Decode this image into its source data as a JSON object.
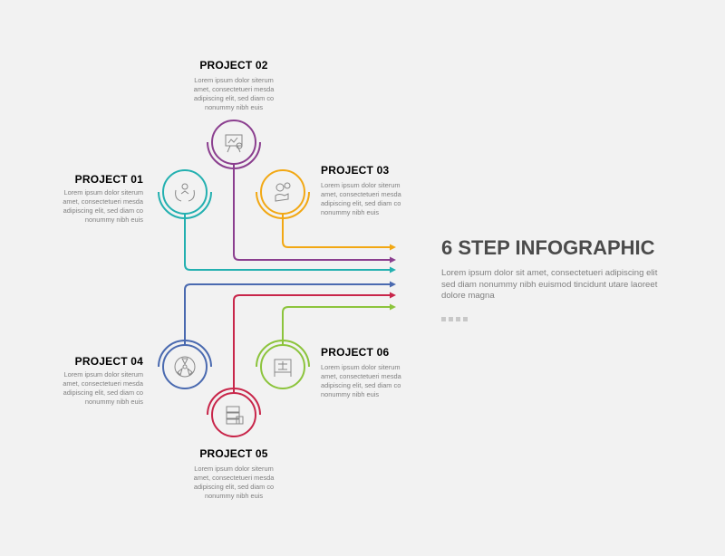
{
  "title": "6 STEP INFOGRAPHIC",
  "subtitle": "Lorem ipsum dolor sit amet, consectetueri adipiscing elit sed diam nonummy nibh euismod tincidunt utare laoreet dolore magna",
  "steps": [
    {
      "label": "PROJECT 01",
      "desc": "Lorem ipsum dolor siterum amet, consectetueri mesda adipiscing elit, sed diam co nonummy nibh euis",
      "color": "#23b0b0",
      "icon": "hands-people-icon"
    },
    {
      "label": "PROJECT 02",
      "desc": "Lorem ipsum dolor siterum amet, consectetueri mesda adipiscing elit, sed diam co nonummy nibh euis",
      "color": "#8b3f8f",
      "icon": "presentation-board-icon"
    },
    {
      "label": "PROJECT 03",
      "desc": "Lorem ipsum dolor siterum amet, consectetueri mesda adipiscing elit, sed diam co nonummy nibh euis",
      "color": "#f2a814",
      "icon": "hand-gears-icon"
    },
    {
      "label": "PROJECT 04",
      "desc": "Lorem ipsum dolor siterum amet, consectetueri mesda adipiscing elit, sed diam co nonummy nibh euis",
      "color": "#4a6ab0",
      "icon": "radiation-icon"
    },
    {
      "label": "PROJECT 05",
      "desc": "Lorem ipsum dolor siterum amet, consectetueri mesda adipiscing elit, sed diam co nonummy nibh euis",
      "color": "#c8264a",
      "icon": "server-database-icon"
    },
    {
      "label": "PROJECT 06",
      "desc": "Lorem ipsum dolor siterum amet, consectetueri mesda adipiscing elit, sed diam co nonummy nibh euis",
      "color": "#8cc43c",
      "icon": "blueprint-board-icon"
    }
  ]
}
